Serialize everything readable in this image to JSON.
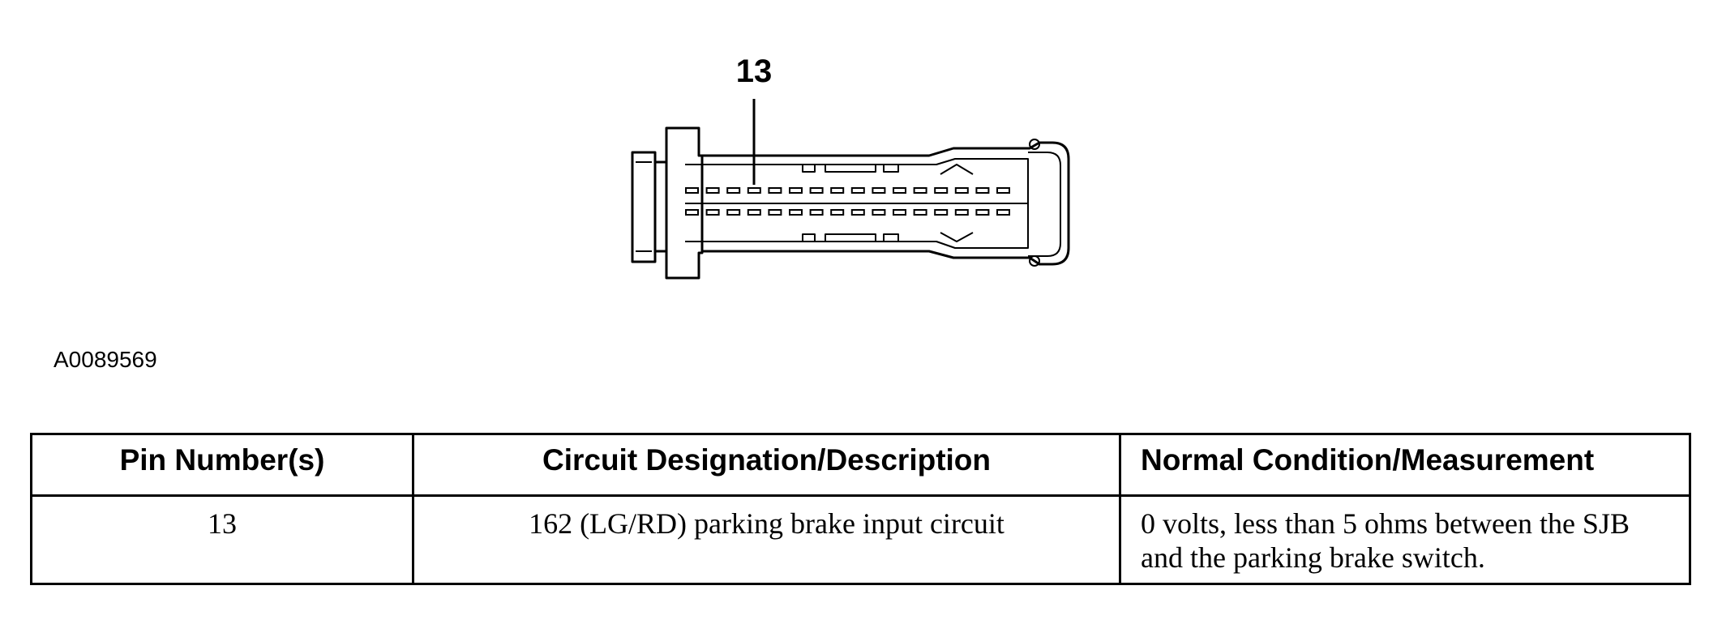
{
  "diagram": {
    "callout": "13",
    "figure_id": "A0089569",
    "pin_rows": 2,
    "pins_per_row": 16
  },
  "table": {
    "headers": [
      "Pin Number(s)",
      "Circuit Designation/Description",
      "Normal Condition/Measurement"
    ],
    "rows": [
      {
        "pin": "13",
        "circuit": "162 (LG/RD) parking brake input circuit",
        "condition": "0 volts, less than 5 ohms between the SJB and the parking brake switch."
      }
    ]
  }
}
